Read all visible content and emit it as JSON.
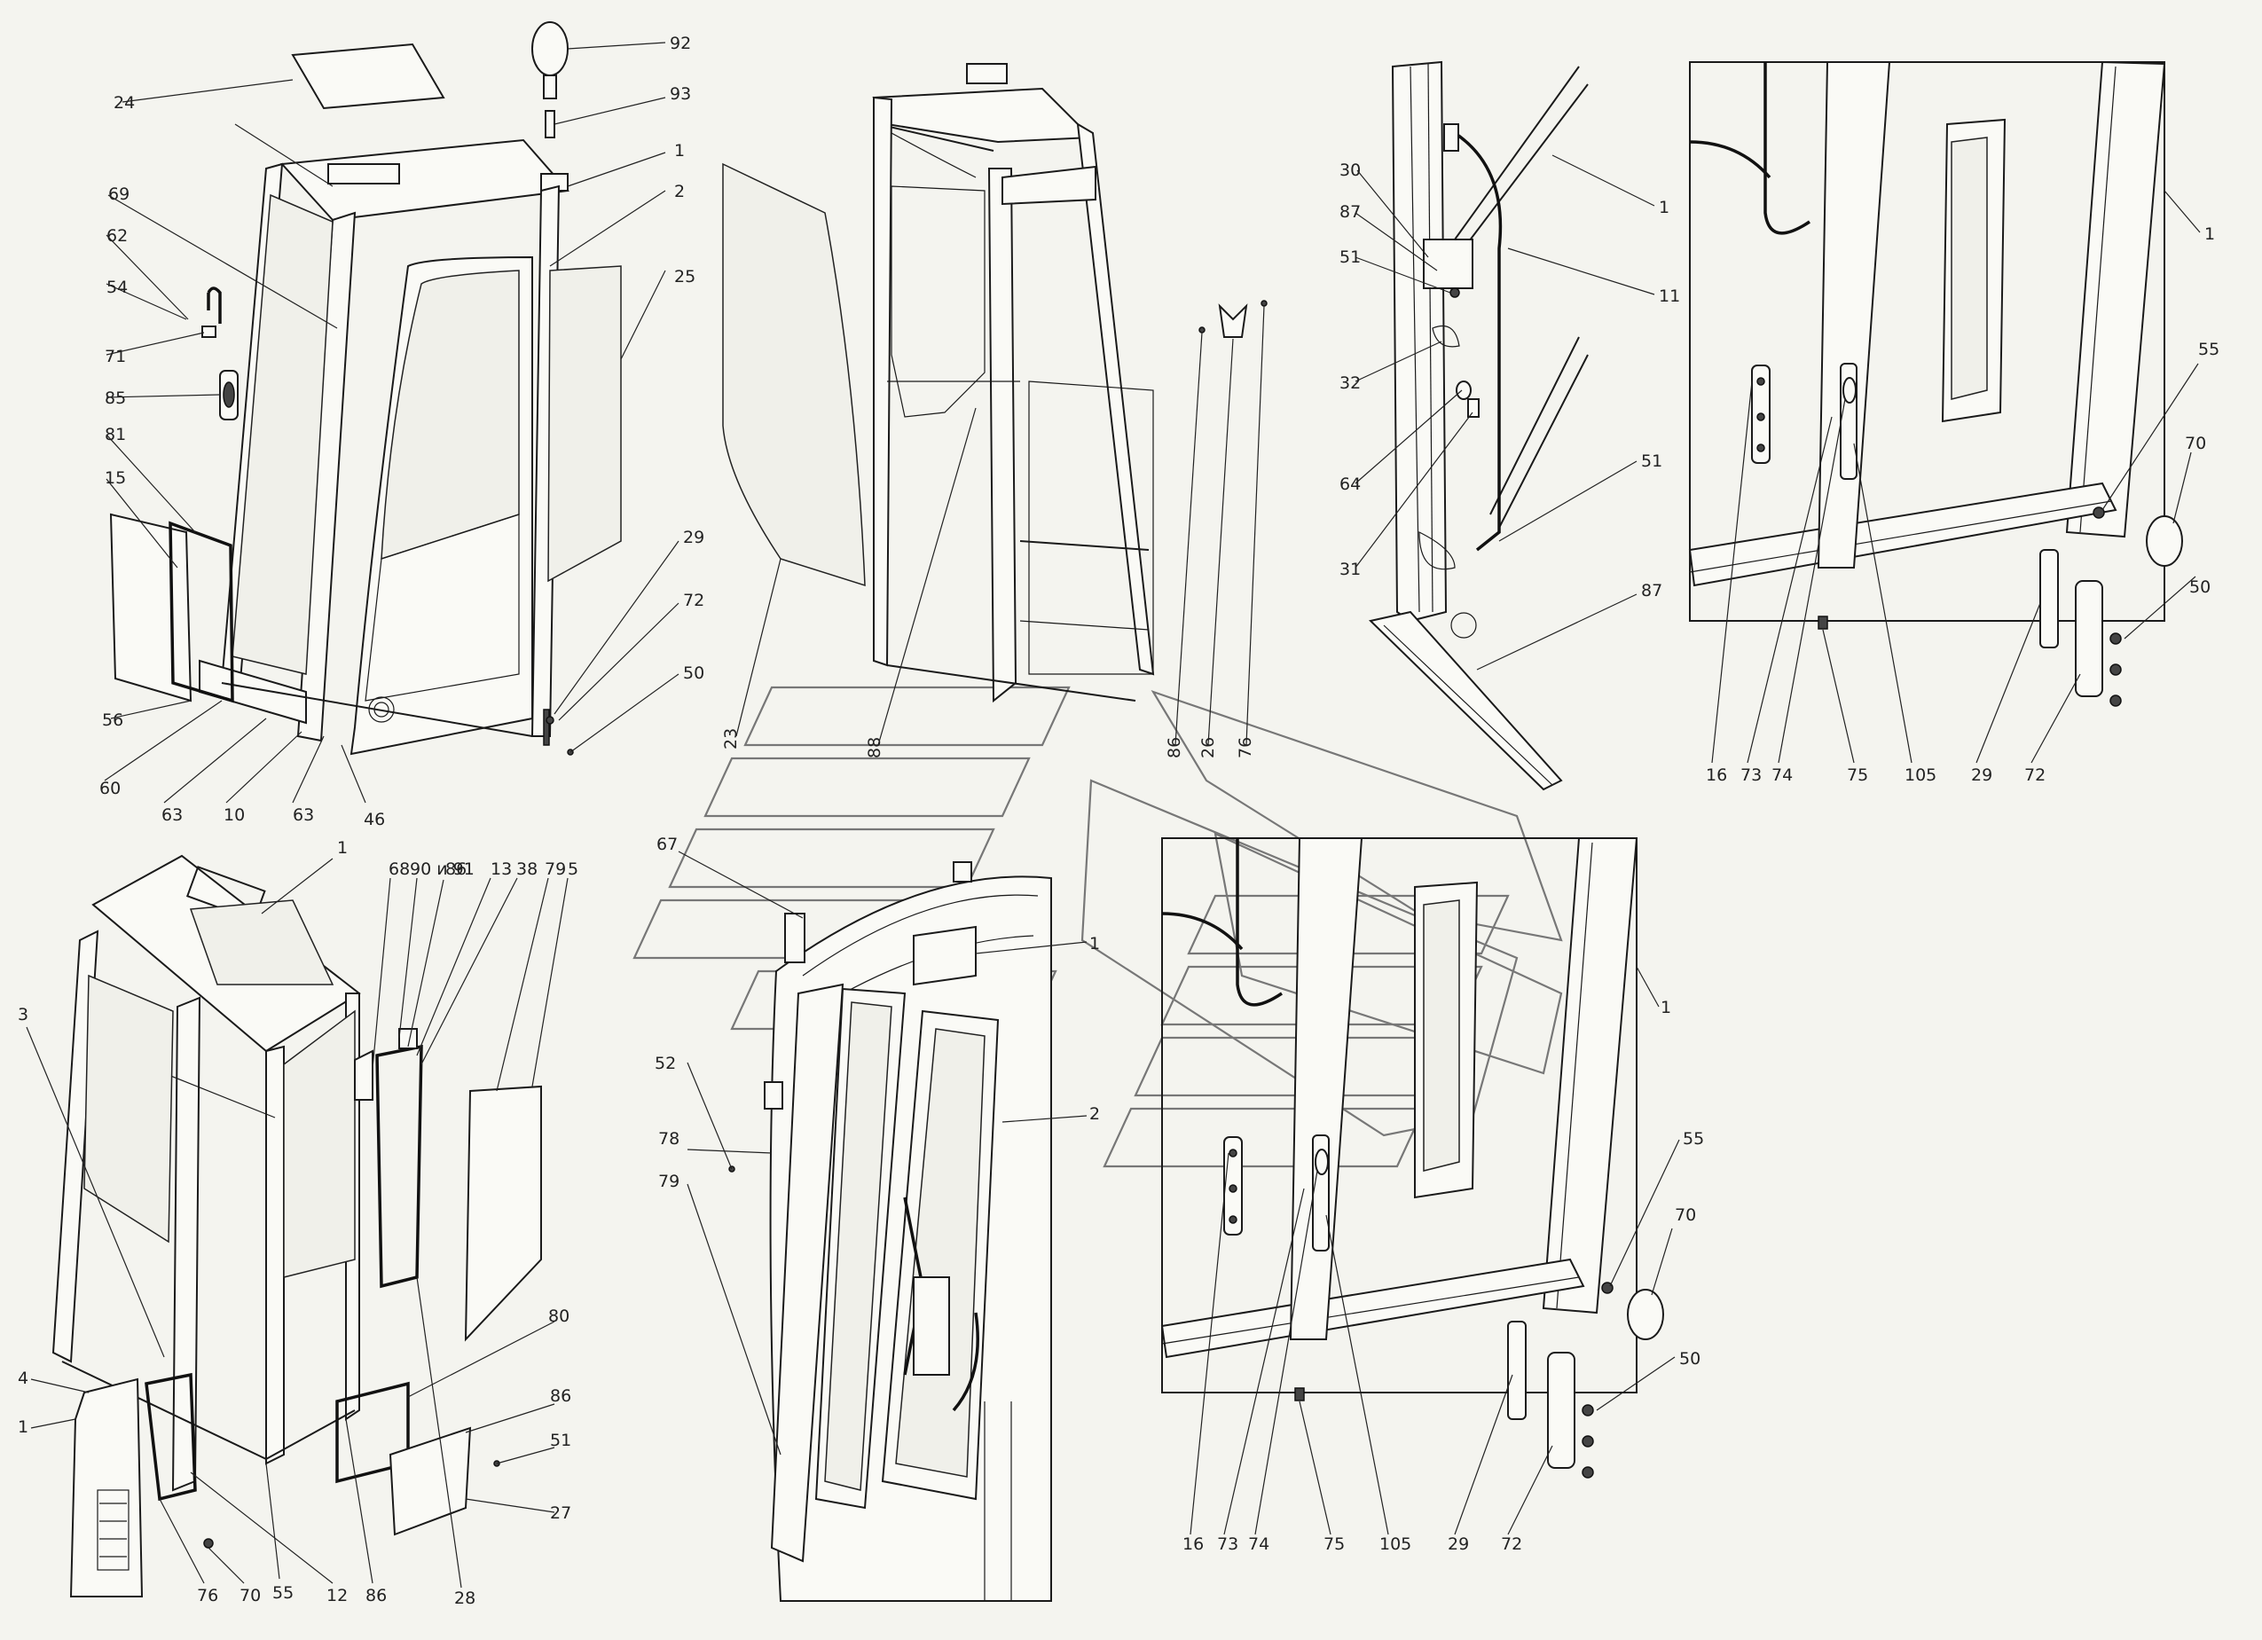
{
  "figure": {
    "views": [
      {
        "name": "cab-front-exploded",
        "labels": [
          "24",
          "92",
          "69",
          "93",
          "1",
          "2",
          "62",
          "54",
          "71",
          "25",
          "85",
          "81",
          "15",
          "29",
          "72",
          "50",
          "56",
          "60",
          "63",
          "10",
          "63",
          "46"
        ]
      },
      {
        "name": "cab-frame-side-glass",
        "labels": [
          "23",
          "88",
          "86",
          "26",
          "76"
        ]
      },
      {
        "name": "handrail-detail",
        "labels": [
          "30",
          "87",
          "51",
          "1",
          "11",
          "32",
          "64",
          "31",
          "51",
          "87"
        ]
      },
      {
        "name": "door-lock-detail-top",
        "labels": [
          "1",
          "55",
          "70",
          "50",
          "16",
          "73",
          "74",
          "75",
          "105",
          "29",
          "72"
        ]
      },
      {
        "name": "cab-rear-exploded",
        "labels": [
          "1",
          "68",
          "90 и 91",
          "86",
          "13",
          "38",
          "79",
          "5",
          "3",
          "80",
          "86",
          "4",
          "1",
          "51",
          "27",
          "76",
          "70",
          "55",
          "12",
          "86",
          "28"
        ]
      },
      {
        "name": "door-glazing-detail",
        "labels": [
          "67",
          "1",
          "52",
          "78",
          "79",
          "2"
        ]
      },
      {
        "name": "door-lock-detail-bottom",
        "labels": [
          "1",
          "55",
          "70",
          "50",
          "16",
          "73",
          "74",
          "75",
          "105",
          "29",
          "72"
        ]
      }
    ]
  }
}
